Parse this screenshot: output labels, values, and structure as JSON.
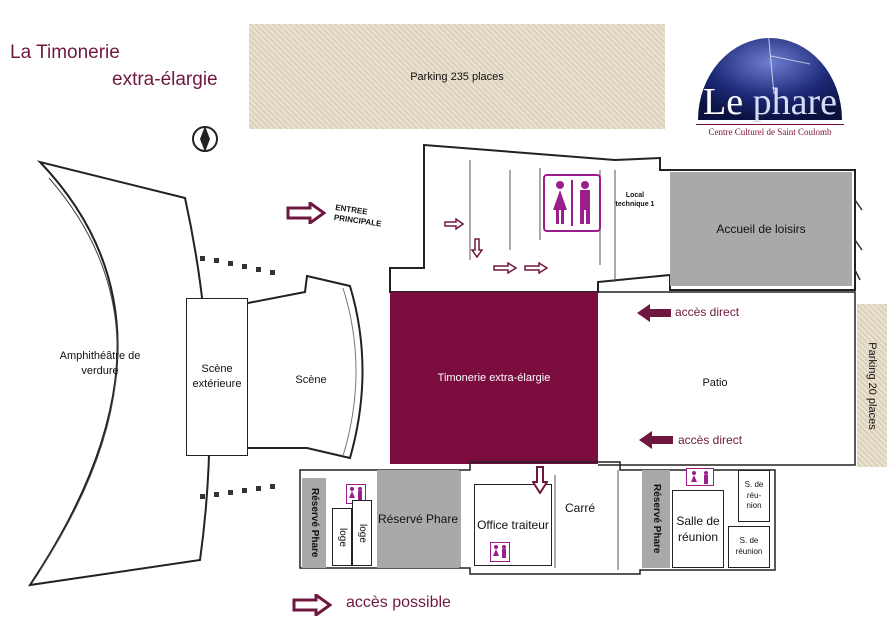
{
  "title": {
    "line1": "La Timonerie",
    "line2": "extra-élargie"
  },
  "logo": {
    "name_part1": "Le ",
    "name_part2": "phare",
    "subtitle": "Centre Culturel de Saint Coulomb"
  },
  "parking": {
    "main": "Parking 235 places",
    "side": "Parking  20 places"
  },
  "entrance": {
    "line1": "ENTREE",
    "line2": "PRINCIPALE"
  },
  "rooms": {
    "amphitheatre": "Amphithéâtre de verdure",
    "scene_exterieure": "Scène extérieure",
    "scene": "Scène",
    "timonerie": "Timonerie extra-élargie",
    "patio": "Patio",
    "accueil": "Accueil de loisirs",
    "local_technique": "Local technique 1",
    "reserve_left": "Réservé Phare",
    "reserve_phare": "Réservé Phare",
    "loge1": "loge",
    "loge2": "loge",
    "office": "Office traiteur",
    "carre": "Carré",
    "reserve_right": "Réservé Phare",
    "salle_reunion": "Salle de réunion",
    "s_reunion1": "S. de réu- nion",
    "s_reunion2": "S. de réunion"
  },
  "access": {
    "direct1": "accès direct",
    "direct2": "accès direct",
    "legend": "accès possible"
  },
  "colors": {
    "maroon": "#7b0c3e",
    "grey": "#a9a9a9",
    "parking": "#e4d9c2",
    "accent": "#6e1840",
    "wc": "#9b1e8c"
  },
  "icons": [
    "compass-icon",
    "toilet-icon",
    "arrow-right-icon",
    "arrow-down-icon",
    "arrow-left-icon"
  ]
}
